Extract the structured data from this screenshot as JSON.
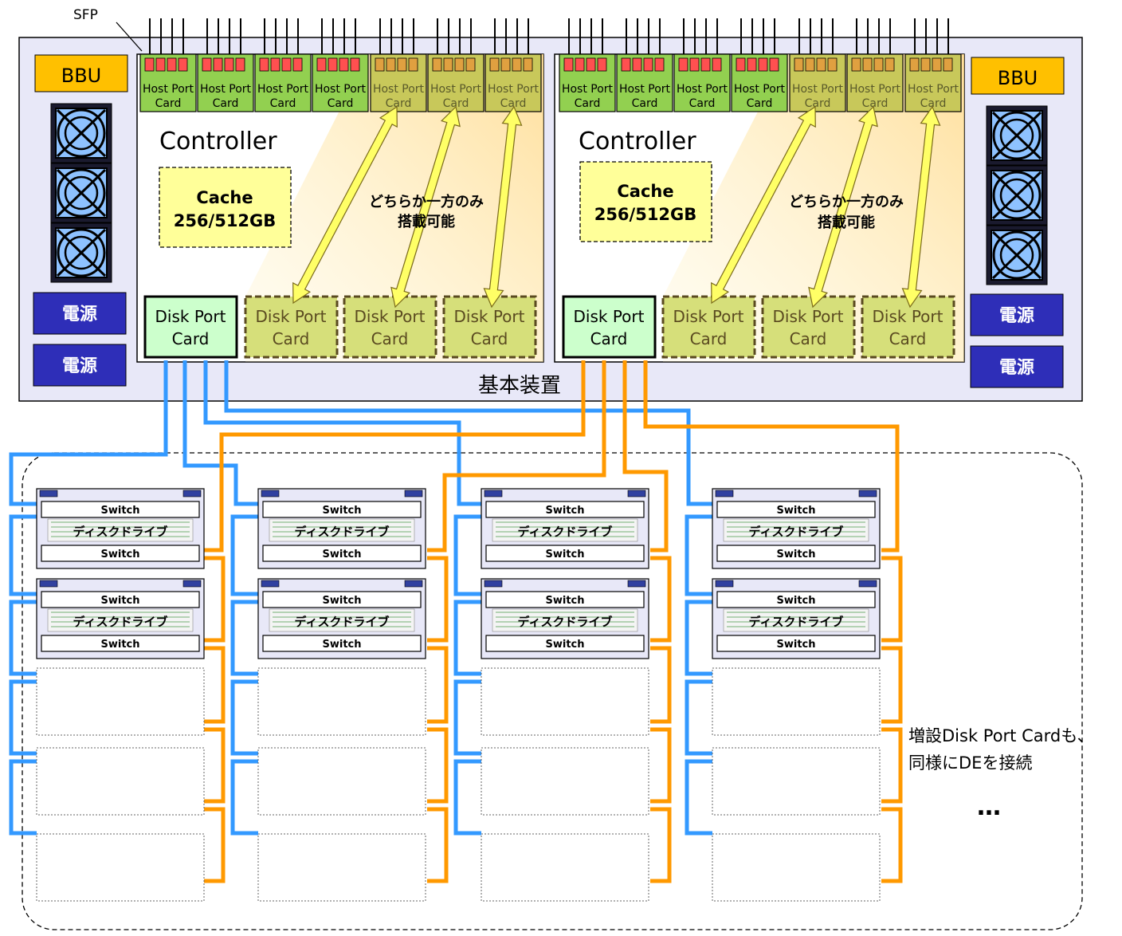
{
  "labels": {
    "sfp": "SFP",
    "base_unit": "基本装置",
    "bbu": "BBU",
    "psu": "電源",
    "controller": "Controller",
    "cache_line1": "Cache",
    "cache_line2": "256/512GB",
    "either_line1": "どちらか一方のみ",
    "either_line2": "搭載可能",
    "host_port_line1": "Host Port",
    "host_port_line2": "Card",
    "disk_port_line1": "Disk Port",
    "disk_port_line2": "Card",
    "switch": "Switch",
    "disk_drive": "ディスクドライブ",
    "note_line1": "増設Disk Port Cardも、",
    "note_line2": "同様にDEを接続",
    "ellipsis": "…"
  },
  "colors": {
    "chassis": "#e8e8f8",
    "bbu": "#ffc000",
    "psu": "#2e2eb8",
    "host_port_card": "#92d050",
    "host_port_card_optional": "#c8c85a",
    "disk_port_card": "#ccffcc",
    "disk_port_card_optional": "#d6df7a",
    "cache": "#ffff99",
    "arrow": "#ffff66",
    "cable_controller_0": "#3399ff",
    "cable_controller_1": "#ff9900",
    "port_red": "#ff5050"
  }
}
